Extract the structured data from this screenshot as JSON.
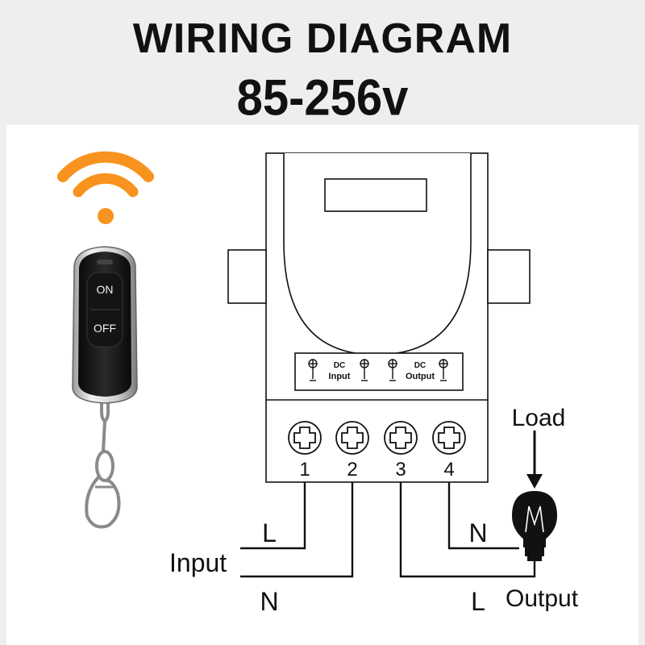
{
  "header": {
    "title": "WIRING DIAGRAM",
    "voltage": "85-256v"
  },
  "remote": {
    "on_label": "ON",
    "off_label": "OFF"
  },
  "module": {
    "dc_input_label_top": "DC",
    "dc_input_label_bottom": "Input",
    "dc_output_label_top": "DC",
    "dc_output_label_bottom": "Output",
    "terminals": [
      "1",
      "2",
      "3",
      "4"
    ]
  },
  "wiring": {
    "input_label": "Input",
    "input_l": "L",
    "input_n": "N",
    "output_label": "Output",
    "output_l": "L",
    "output_n": "N",
    "load_label": "Load"
  },
  "colors": {
    "signal": "#f7931e",
    "line": "#111111"
  }
}
